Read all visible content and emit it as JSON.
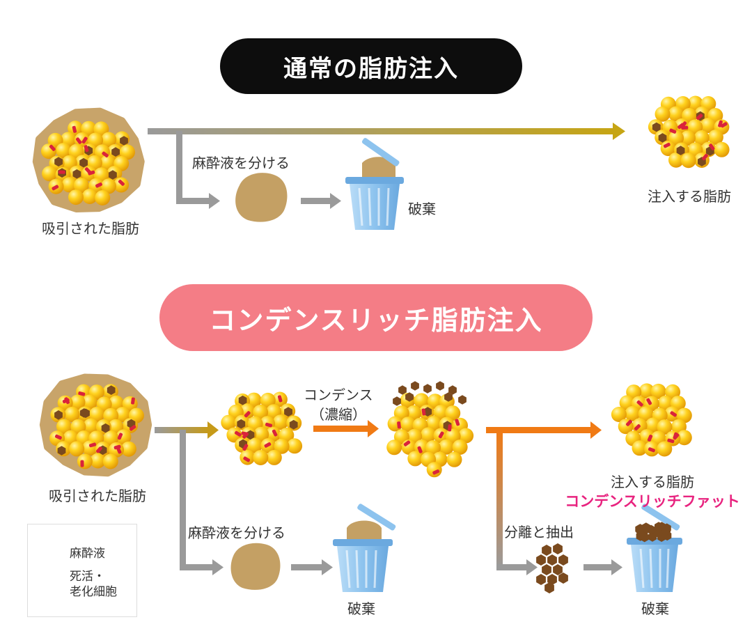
{
  "section1": {
    "title": "通常の脂肪注入",
    "suctioned_fat": "吸引された脂肪",
    "separate_anesthetic": "麻酔液を分ける",
    "discard": "破棄",
    "injected_fat": "注入する脂肪"
  },
  "section2": {
    "title": "コンデンスリッチ脂肪注入",
    "suctioned_fat": "吸引された脂肪",
    "condense": "コンデンス",
    "condense_sub": "（濃縮）",
    "separate_anesthetic": "麻酔液を分ける",
    "discard_left": "破棄",
    "separation_extraction": "分離と抽出",
    "discard_right": "破棄",
    "injected_fat": "注入する脂肪",
    "product_name": "コンデンスリッチファット"
  },
  "legend": {
    "anesthetic": "麻酔液",
    "dead_cells_line1": "死活・",
    "dead_cells_line2": "老化細胞"
  },
  "colors": {
    "pill_black": "#0d0d0d",
    "pill_pink": "#f47d86",
    "fat_yellow": "#f5c518",
    "dead_cell_brown": "#7a4a1e",
    "blood_red": "#d9233b",
    "anesthetic_tan": "#c4a064",
    "bucket_blue": "#8fc4ee",
    "arrow_gold": "#c8a218",
    "arrow_orange": "#f07a14",
    "arrow_gray": "#8c8c8c",
    "product_pink": "#e8237f"
  }
}
